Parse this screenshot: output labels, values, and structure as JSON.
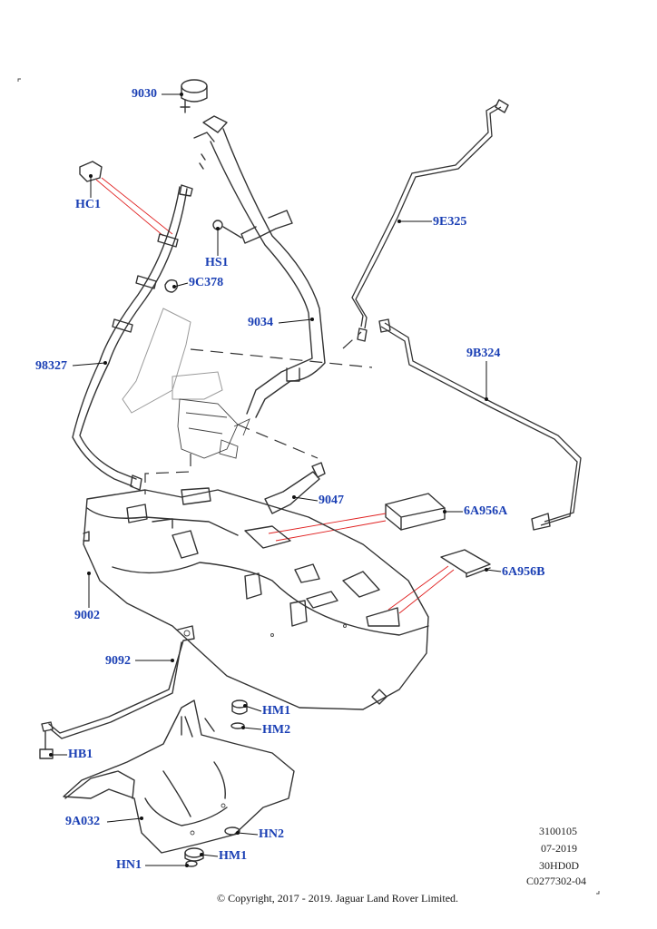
{
  "labels": [
    {
      "id": "9030",
      "text": "9030"
    },
    {
      "id": "HC1",
      "text": "HC1"
    },
    {
      "id": "HS1",
      "text": "HS1"
    },
    {
      "id": "9C378",
      "text": "9C378"
    },
    {
      "id": "9E325",
      "text": "9E325"
    },
    {
      "id": "9034",
      "text": "9034"
    },
    {
      "id": "9B324",
      "text": "9B324"
    },
    {
      "id": "98327",
      "text": "98327"
    },
    {
      "id": "9047",
      "text": "9047"
    },
    {
      "id": "6A956A",
      "text": "6A956A"
    },
    {
      "id": "6A956B",
      "text": "6A956B"
    },
    {
      "id": "9002",
      "text": "9002"
    },
    {
      "id": "9092",
      "text": "9092"
    },
    {
      "id": "HM1a",
      "text": "HM1"
    },
    {
      "id": "HM2",
      "text": "HM2"
    },
    {
      "id": "HB1",
      "text": "HB1"
    },
    {
      "id": "HN2",
      "text": "HN2"
    },
    {
      "id": "9A032",
      "text": "9A032"
    },
    {
      "id": "HM1b",
      "text": "HM1"
    },
    {
      "id": "HN1",
      "text": "HN1"
    }
  ],
  "meta": {
    "line1": "3100105",
    "line2": "07-2019",
    "line3": "30HD0D",
    "line4": "C0277302-04"
  },
  "copyright": "© Copyright, 2017 - 2019. Jaguar Land Rover Limited."
}
